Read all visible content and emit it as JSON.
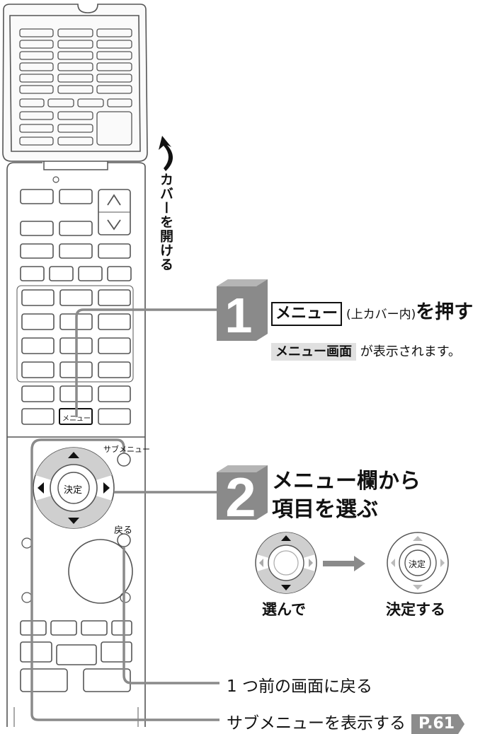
{
  "cover_label": "カバーを開ける",
  "step1": {
    "number": "1",
    "button": "メニュー",
    "paren": "(上カバー内)",
    "action": "を押す",
    "result_highlight": "メニュー画面",
    "result_rest": "が表示されます。"
  },
  "step2": {
    "number": "2",
    "line1": "メニュー欄から",
    "line2": "項目を選ぶ",
    "caption_left": "選んで",
    "caption_right": "決定する",
    "center_label": "決定"
  },
  "remote": {
    "menu_label": "メニュー",
    "submenu_label": "サブメニュー",
    "back_label": "戻る",
    "center_label": "決定"
  },
  "callouts": {
    "back_desc": "1 つ前の画面に戻る",
    "submenu_desc": "サブメニューを表示する",
    "page_ref": "P.61"
  },
  "colors": {
    "line": "#8a8a8a",
    "badge": "#8a8a8a",
    "highlight": "#e0e0e0",
    "remote_outline": "#555555",
    "arrow_shade": "#cfcfcf"
  }
}
